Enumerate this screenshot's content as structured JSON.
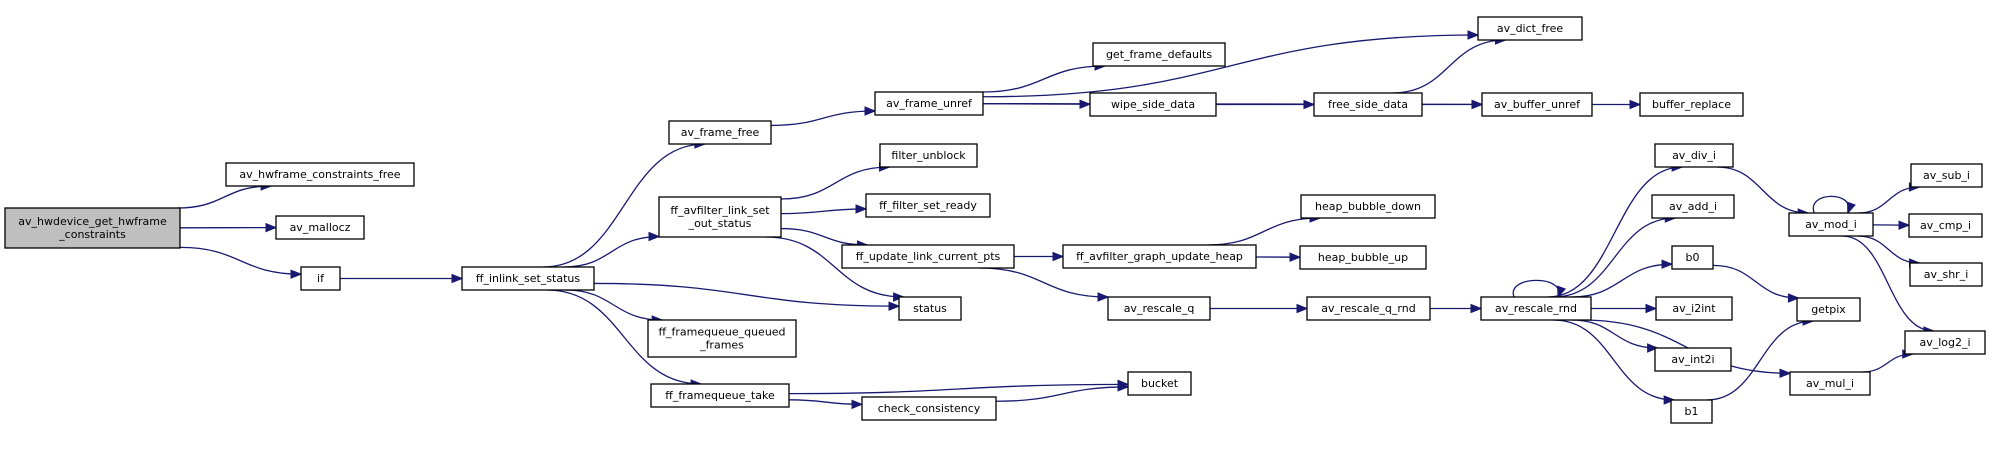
{
  "colors": {
    "edge": "#191970",
    "node_border": "#000000",
    "node_fill": "#ffffff",
    "root_fill": "#bfbfbf",
    "text": "#000000"
  },
  "nodes": [
    {
      "id": "root",
      "lines": [
        "av_hwdevice_get_hwframe",
        "_constraints"
      ],
      "root": true
    },
    {
      "id": "constraints_free",
      "lines": [
        "av_hwframe_constraints_free"
      ]
    },
    {
      "id": "mallocz",
      "lines": [
        "av_mallocz"
      ]
    },
    {
      "id": "if",
      "lines": [
        "if"
      ]
    },
    {
      "id": "inlink_set_status",
      "lines": [
        "ff_inlink_set_status"
      ]
    },
    {
      "id": "frame_free",
      "lines": [
        "av_frame_free"
      ]
    },
    {
      "id": "link_set_out_status",
      "lines": [
        "ff_avfilter_link_set",
        "_out_status"
      ]
    },
    {
      "id": "queued_frames",
      "lines": [
        "ff_framequeue_queued",
        "_frames"
      ]
    },
    {
      "id": "framequeue_take",
      "lines": [
        "ff_framequeue_take"
      ]
    },
    {
      "id": "frame_unref",
      "lines": [
        "av_frame_unref"
      ]
    },
    {
      "id": "filter_unblock",
      "lines": [
        "filter_unblock"
      ]
    },
    {
      "id": "filter_set_ready",
      "lines": [
        "ff_filter_set_ready"
      ]
    },
    {
      "id": "update_link_pts",
      "lines": [
        "ff_update_link_current_pts"
      ]
    },
    {
      "id": "status",
      "lines": [
        "status"
      ]
    },
    {
      "id": "check_consistency",
      "lines": [
        "check_consistency"
      ]
    },
    {
      "id": "bucket",
      "lines": [
        "bucket"
      ]
    },
    {
      "id": "get_frame_defaults",
      "lines": [
        "get_frame_defaults"
      ]
    },
    {
      "id": "wipe_side_data",
      "lines": [
        "wipe_side_data"
      ]
    },
    {
      "id": "graph_update_heap",
      "lines": [
        "ff_avfilter_graph_update_heap"
      ]
    },
    {
      "id": "rescale_q",
      "lines": [
        "av_rescale_q"
      ]
    },
    {
      "id": "free_side_data",
      "lines": [
        "free_side_data"
      ]
    },
    {
      "id": "heap_bubble_down",
      "lines": [
        "heap_bubble_down"
      ]
    },
    {
      "id": "heap_bubble_up",
      "lines": [
        "heap_bubble_up"
      ]
    },
    {
      "id": "rescale_q_rnd",
      "lines": [
        "av_rescale_q_rnd"
      ]
    },
    {
      "id": "dict_free",
      "lines": [
        "av_dict_free"
      ]
    },
    {
      "id": "buffer_unref",
      "lines": [
        "av_buffer_unref"
      ]
    },
    {
      "id": "rescale_rnd",
      "lines": [
        "av_rescale_rnd"
      ]
    },
    {
      "id": "buffer_replace",
      "lines": [
        "buffer_replace"
      ]
    },
    {
      "id": "div_i",
      "lines": [
        "av_div_i"
      ]
    },
    {
      "id": "add_i",
      "lines": [
        "av_add_i"
      ]
    },
    {
      "id": "b0",
      "lines": [
        "b0"
      ]
    },
    {
      "id": "i2int",
      "lines": [
        "av_i2int"
      ]
    },
    {
      "id": "int2i",
      "lines": [
        "av_int2i"
      ]
    },
    {
      "id": "b1",
      "lines": [
        "b1"
      ]
    },
    {
      "id": "mod_i",
      "lines": [
        "av_mod_i"
      ]
    },
    {
      "id": "getpix",
      "lines": [
        "getpix"
      ]
    },
    {
      "id": "mul_i",
      "lines": [
        "av_mul_i"
      ]
    },
    {
      "id": "sub_i",
      "lines": [
        "av_sub_i"
      ]
    },
    {
      "id": "cmp_i",
      "lines": [
        "av_cmp_i"
      ]
    },
    {
      "id": "shr_i",
      "lines": [
        "av_shr_i"
      ]
    },
    {
      "id": "log2_i",
      "lines": [
        "av_log2_i"
      ]
    }
  ],
  "edges": [
    {
      "from": "root",
      "to": "constraints_free"
    },
    {
      "from": "root",
      "to": "mallocz"
    },
    {
      "from": "root",
      "to": "if"
    },
    {
      "from": "if",
      "to": "inlink_set_status"
    },
    {
      "from": "inlink_set_status",
      "to": "frame_free"
    },
    {
      "from": "inlink_set_status",
      "to": "link_set_out_status"
    },
    {
      "from": "inlink_set_status",
      "to": "status"
    },
    {
      "from": "inlink_set_status",
      "to": "queued_frames"
    },
    {
      "from": "inlink_set_status",
      "to": "framequeue_take"
    },
    {
      "from": "frame_free",
      "to": "frame_unref"
    },
    {
      "from": "link_set_out_status",
      "to": "filter_unblock"
    },
    {
      "from": "link_set_out_status",
      "to": "filter_set_ready"
    },
    {
      "from": "link_set_out_status",
      "to": "update_link_pts"
    },
    {
      "from": "link_set_out_status",
      "to": "status"
    },
    {
      "from": "framequeue_take",
      "to": "bucket"
    },
    {
      "from": "framequeue_take",
      "to": "check_consistency"
    },
    {
      "from": "check_consistency",
      "to": "bucket"
    },
    {
      "from": "frame_unref",
      "to": "dict_free"
    },
    {
      "from": "frame_unref",
      "to": "get_frame_defaults"
    },
    {
      "from": "frame_unref",
      "to": "wipe_side_data"
    },
    {
      "from": "frame_unref",
      "to": "buffer_unref"
    },
    {
      "from": "wipe_side_data",
      "to": "free_side_data"
    },
    {
      "from": "free_side_data",
      "to": "dict_free"
    },
    {
      "from": "free_side_data",
      "to": "buffer_unref"
    },
    {
      "from": "buffer_unref",
      "to": "buffer_replace"
    },
    {
      "from": "update_link_pts",
      "to": "graph_update_heap"
    },
    {
      "from": "update_link_pts",
      "to": "rescale_q"
    },
    {
      "from": "graph_update_heap",
      "to": "heap_bubble_down"
    },
    {
      "from": "graph_update_heap",
      "to": "heap_bubble_up"
    },
    {
      "from": "rescale_q",
      "to": "rescale_q_rnd"
    },
    {
      "from": "rescale_q_rnd",
      "to": "rescale_rnd"
    },
    {
      "from": "rescale_rnd",
      "to": "rescale_rnd",
      "self": true
    },
    {
      "from": "rescale_rnd",
      "to": "div_i"
    },
    {
      "from": "rescale_rnd",
      "to": "add_i"
    },
    {
      "from": "rescale_rnd",
      "to": "b0"
    },
    {
      "from": "rescale_rnd",
      "to": "i2int"
    },
    {
      "from": "rescale_rnd",
      "to": "int2i"
    },
    {
      "from": "rescale_rnd",
      "to": "b1"
    },
    {
      "from": "rescale_rnd",
      "to": "mul_i"
    },
    {
      "from": "div_i",
      "to": "mod_i"
    },
    {
      "from": "b0",
      "to": "getpix"
    },
    {
      "from": "b1",
      "to": "getpix"
    },
    {
      "from": "mod_i",
      "to": "mod_i",
      "self": true
    },
    {
      "from": "mod_i",
      "to": "sub_i"
    },
    {
      "from": "mod_i",
      "to": "cmp_i"
    },
    {
      "from": "mod_i",
      "to": "shr_i"
    },
    {
      "from": "mod_i",
      "to": "log2_i"
    },
    {
      "from": "mul_i",
      "to": "log2_i"
    }
  ]
}
